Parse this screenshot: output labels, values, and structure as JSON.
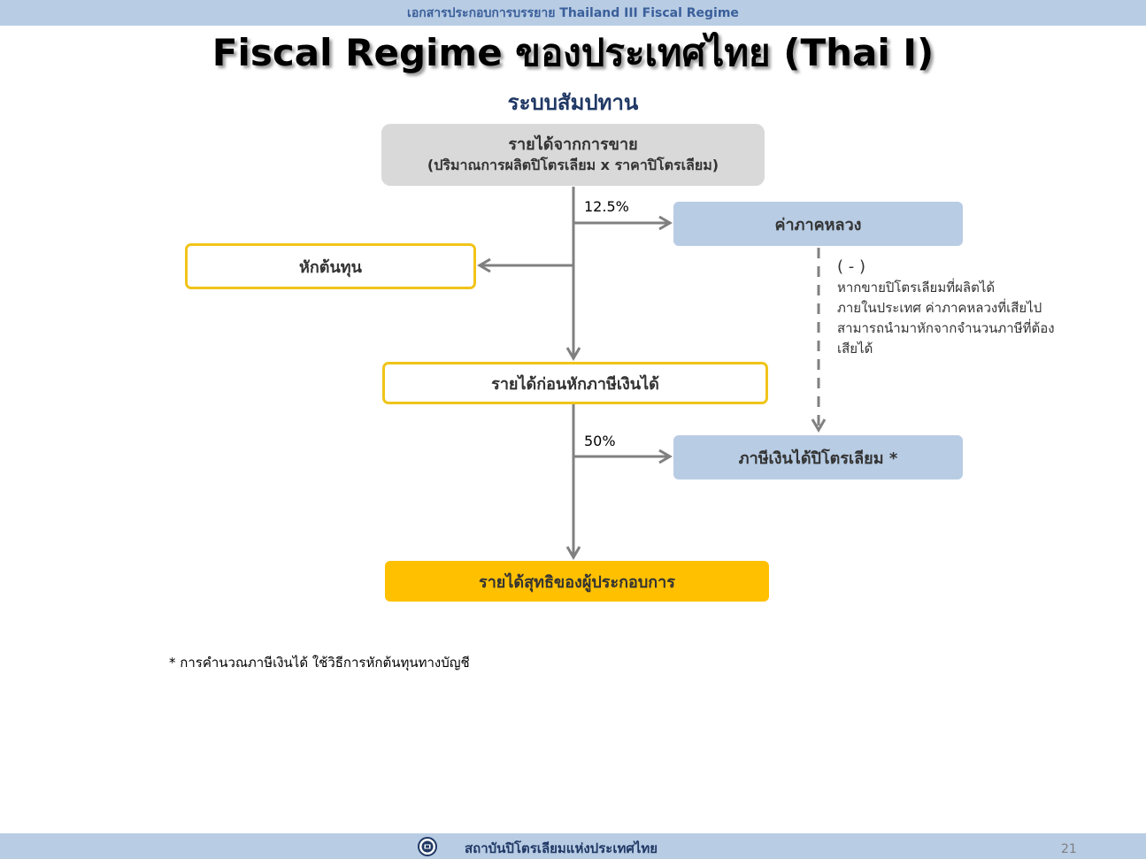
{
  "header": {
    "bar_text": "เอกสารประกอบการบรรยาย Thailand III Fiscal Regime",
    "title": "Fiscal Regime ของประเทศไทย (Thai I)",
    "subtitle": "ระบบสัมปทาน"
  },
  "diagram": {
    "revenue": {
      "line1": "รายได้จากการขาย",
      "line2": "(ปริมาณการผลิตปิโตรเลียม x ราคาปิโตรเลียม)"
    },
    "royalty": "ค่าภาคหลวง",
    "royalty_rate": "12.5%",
    "cost_deduction": "หักต้นทุน",
    "pre_tax_income": "รายได้ก่อนหักภาษีเงินได้",
    "tax_rate": "50%",
    "petroleum_income_tax": "ภาษีเงินได้ปิโตรเลียม *",
    "net_income": "รายได้สุทธิของผู้ประกอบการ",
    "note": {
      "minus": "( - )",
      "line1": "หากขายปิโตรเลียมที่ผลิตได้",
      "line2": "ภายในประเทศ  ค่าภาคหลวงที่เสียไป",
      "line3": "สามารถนำมาหักจากจำนวนภาษีที่ต้อง",
      "line4": "เสียได้"
    }
  },
  "footnote": "* การคำนวณภาษีเงินได้ ใช้วิธีการหักต้นทุนทางบัญชี",
  "footer": {
    "organization": "สถาบันปิโตรเลียมแห่งประเทศไทย",
    "page_number": "21",
    "logo_icon": "institute-logo-icon"
  },
  "colors": {
    "header_bar": "#b8cce4",
    "title_navy": "#1f3864",
    "gray_box": "#d9d9d9",
    "blue_box": "#b8cce4",
    "yellow_border": "#f0c419",
    "net_income_fill": "#ffc000",
    "arrow": "#808080"
  }
}
